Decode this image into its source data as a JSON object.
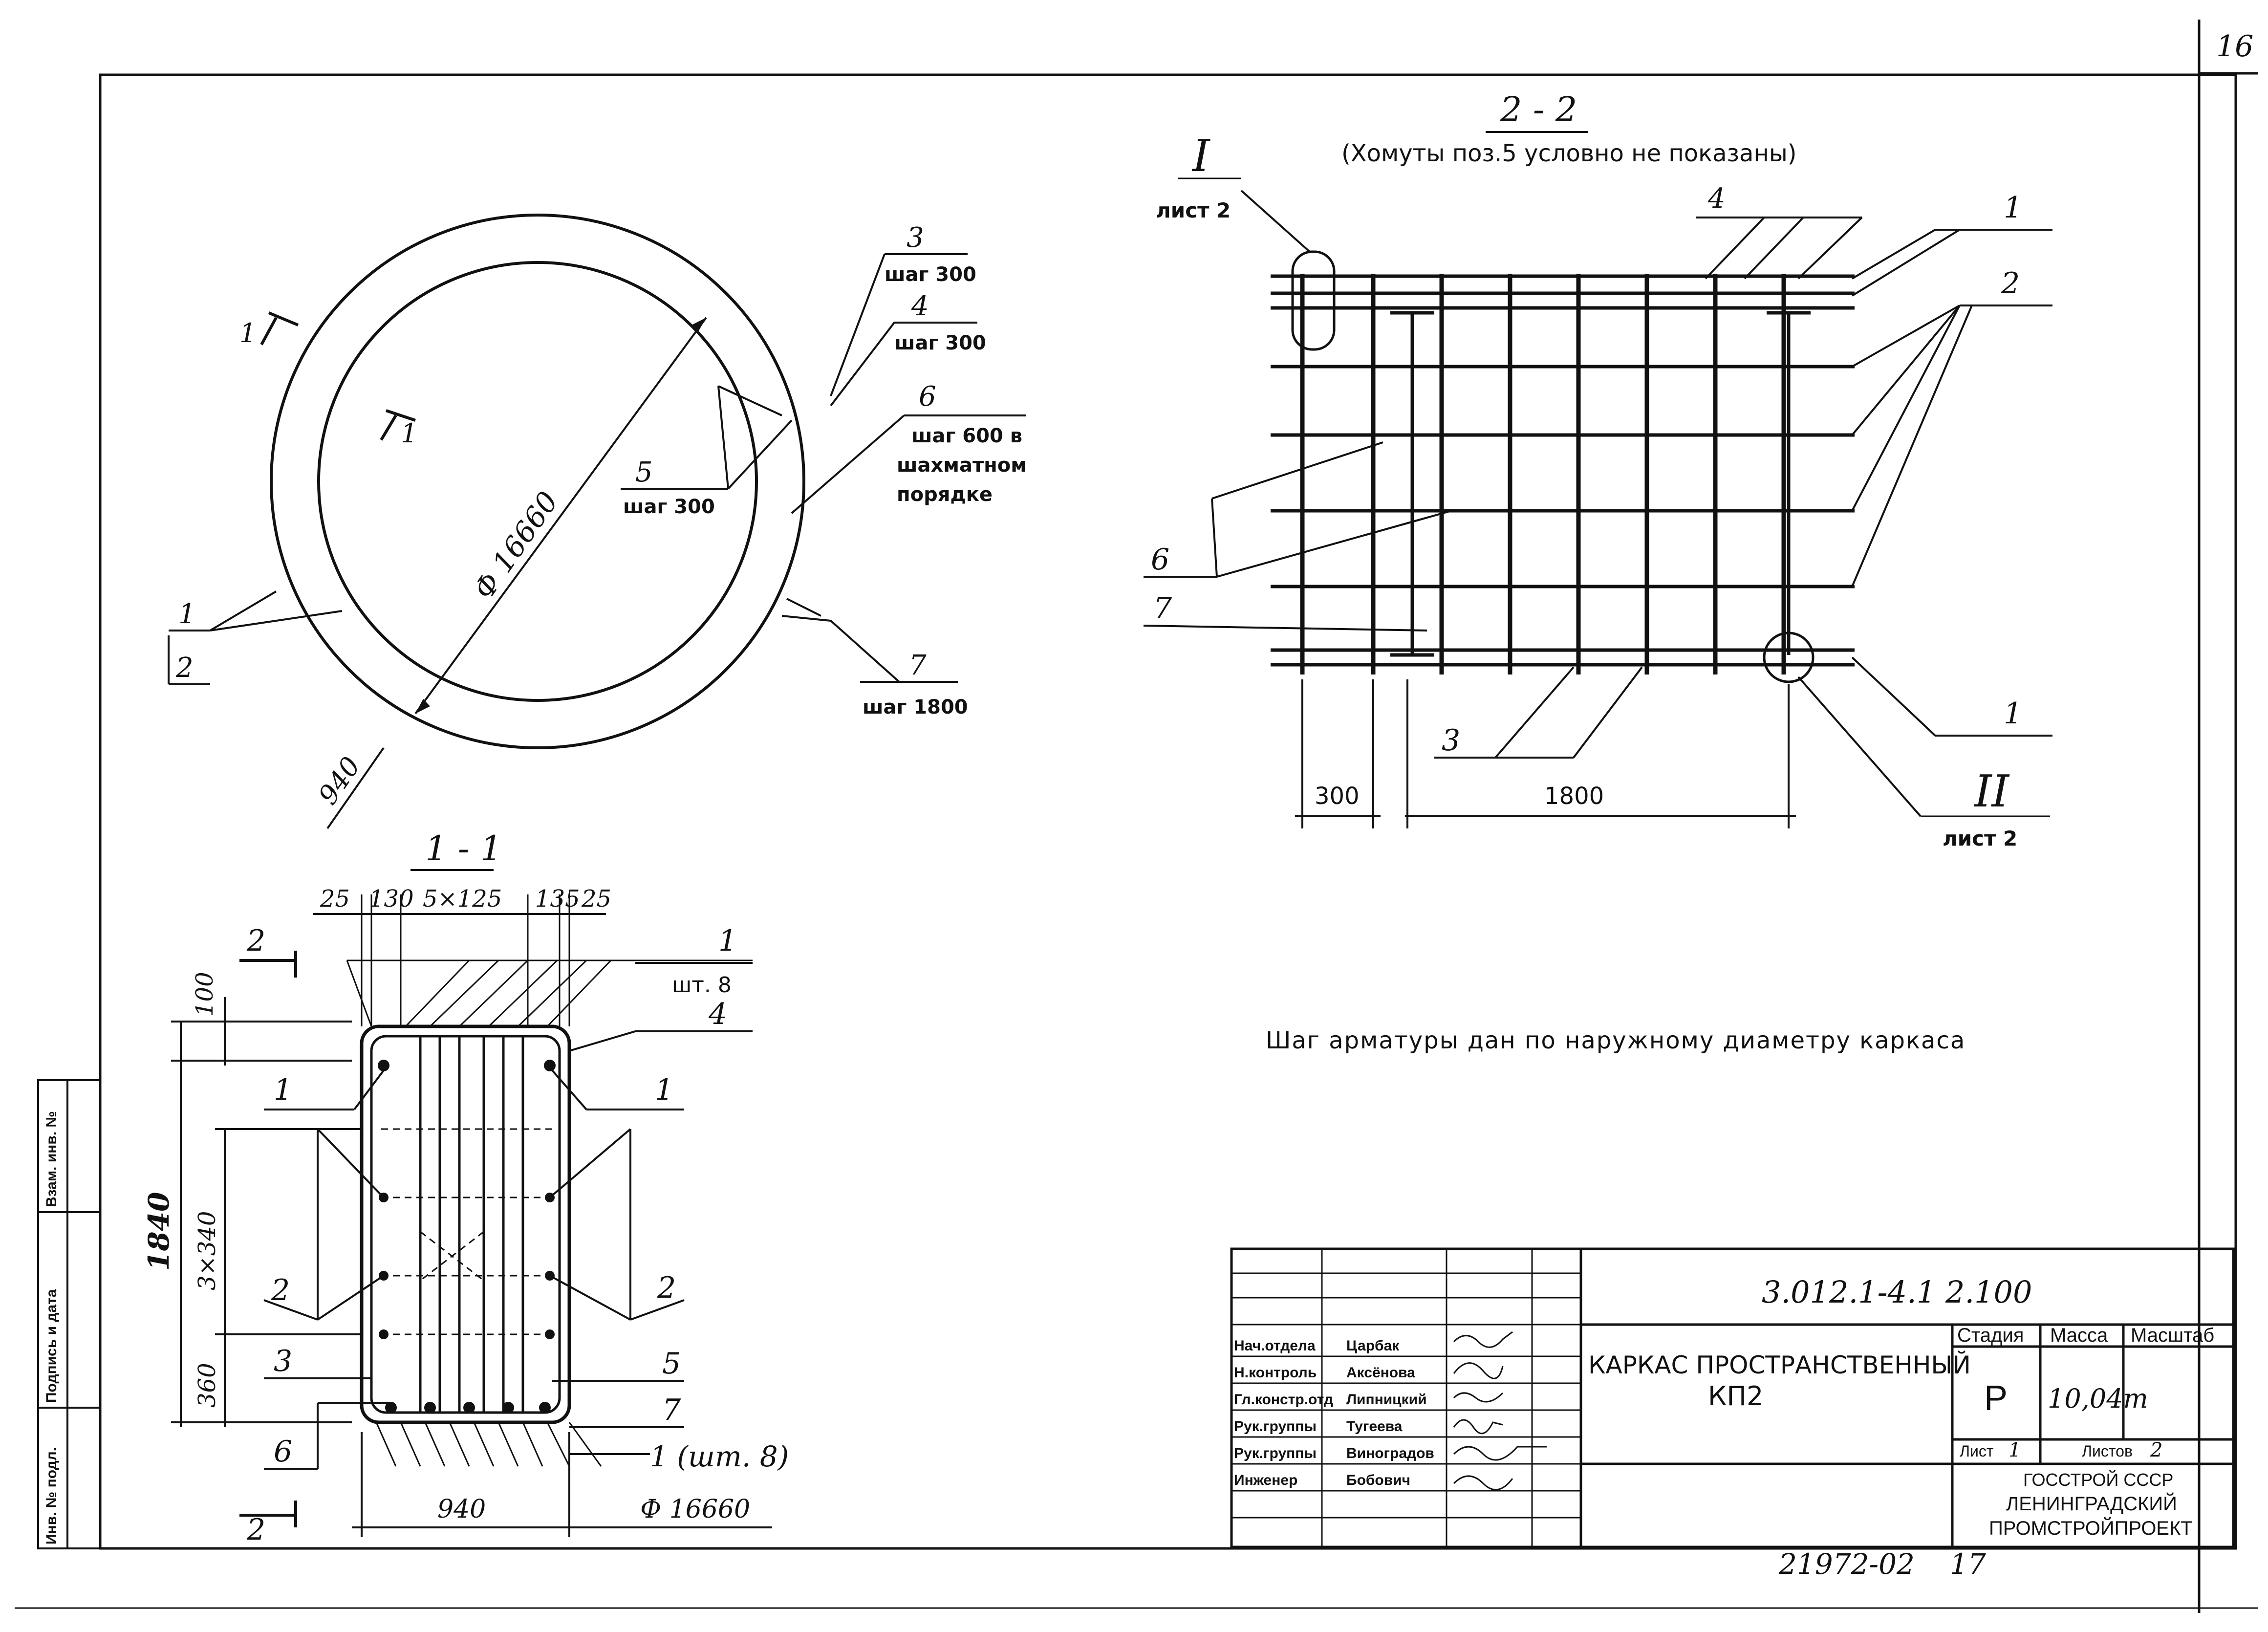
{
  "sheet": {
    "page_number": "16",
    "stamp_number": "21972-02",
    "stamp_page": "17"
  },
  "side_stamp": {
    "inv_original": "Инв. № подл.",
    "sign_date": "Подпись и дата",
    "replaced_inv": "Взам. инв. №"
  },
  "plan": {
    "diameter_label": "Ф 16660",
    "width_label": "940",
    "cut_mark": "1",
    "callouts": {
      "c3": "3",
      "c3_step": "шаг 300",
      "c4": "4",
      "c4_step": "шаг 300",
      "c5": "5",
      "c5_step": "шаг 300",
      "c6": "6",
      "c6_step_line1": "шаг 600 в",
      "c6_step_line2": "шахматном",
      "c6_step_line3": "порядке",
      "c7": "7",
      "c7_step": "шаг 1800",
      "c1": "1",
      "c2": "2"
    }
  },
  "section22": {
    "title": "2 - 2",
    "subtitle": "(Хомуты поз.5 условно не показаны)",
    "node1": "I",
    "node1_sheet": "лист 2",
    "node2": "II",
    "node2_sheet": "лист 2",
    "pos1_top": "1",
    "pos2": "2",
    "pos4": "4",
    "pos6": "6",
    "pos7": "7",
    "pos3": "3",
    "pos1_bottom": "1",
    "dim_300": "300",
    "dim_1800": "1800"
  },
  "section11": {
    "title": "1 - 1",
    "dim_25_left": "25",
    "dim_130": "130",
    "dim_5x125": "5×125",
    "dim_135": "135",
    "dim_25_right": "25",
    "dim_100": "100",
    "dim_1840": "1840",
    "dim_3x340": "3×340",
    "dim_360": "360",
    "dim_940": "940",
    "dim_phi": "Ф 16660",
    "cut_mark": "2",
    "pos1_right_top": "1",
    "pos1_right_top_qty": "шт. 8",
    "pos4": "4",
    "pos1_left": "1",
    "pos1_right": "1",
    "pos2_left": "2",
    "pos2_right": "2",
    "pos3": "3",
    "pos5": "5",
    "pos7": "7",
    "pos6": "6",
    "pos1_bottom": "1 (шт. 8)"
  },
  "note": "Шаг арматуры дан по наружному диаметру    каркаса",
  "title_block": {
    "doc_code": "3.012.1-4.1  2.100",
    "title_line1": "КАРКАС ПРОСТРАНСТВЕННЫЙ",
    "title_line2": "КП2",
    "col_stage": "Стадия",
    "col_mass": "Масса",
    "col_scale": "Масштаб",
    "stage": "Р",
    "mass": "10,04т",
    "sheet_label": "Лист",
    "sheet_no": "1",
    "sheets_label": "Листов",
    "sheets_total": "2",
    "org_line1": "ГОССТРОЙ СССР",
    "org_line2": "ЛЕНИНГРАДСКИЙ",
    "org_line3": "ПРОМСТРОЙПРОЕКТ",
    "staff": [
      {
        "role": "Нач.отдела",
        "name": "Царбак"
      },
      {
        "role": "Н.контроль",
        "name": "Аксёнова"
      },
      {
        "role": "Гл.констр.отд",
        "name": "Липницкий"
      },
      {
        "role": "Рук.группы",
        "name": "Тугеева"
      },
      {
        "role": "Рук.группы",
        "name": "Виноградов"
      },
      {
        "role": "Инженер",
        "name": "Бобович"
      }
    ]
  }
}
